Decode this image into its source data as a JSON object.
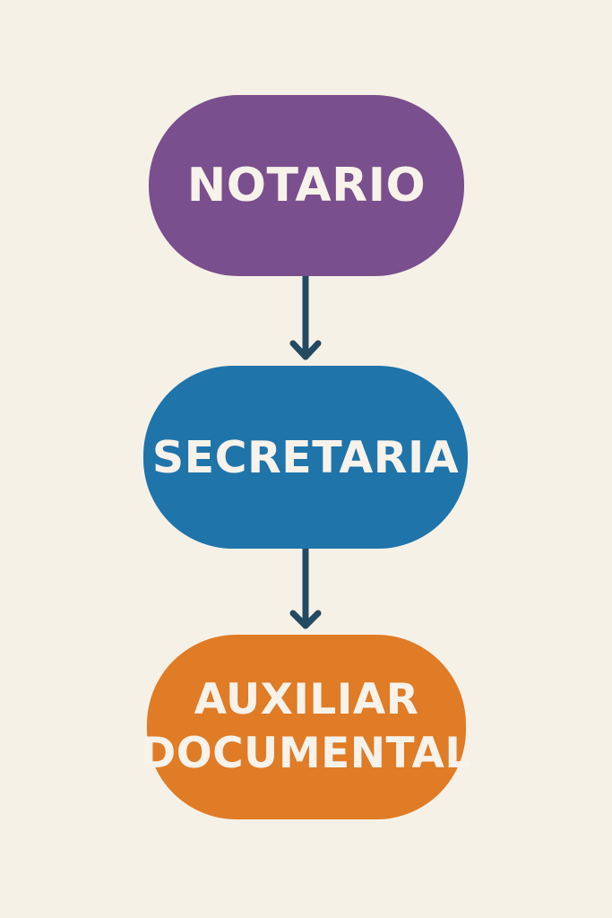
{
  "diagram": {
    "nodes": [
      {
        "id": "notario",
        "lines": [
          "NOTARIO"
        ],
        "color": "#7a4f8d"
      },
      {
        "id": "secretaria",
        "lines": [
          "SECRETARIA"
        ],
        "color": "#1f74aa"
      },
      {
        "id": "auxiliar",
        "lines": [
          "AUXILIAR",
          "DOCUMENTAL"
        ],
        "color": "#e07b26"
      }
    ],
    "edges": [
      {
        "from": "notario",
        "to": "secretaria"
      },
      {
        "from": "secretaria",
        "to": "auxiliar"
      }
    ],
    "colors": {
      "background": "#f6f1e7",
      "arrow": "#244a62",
      "text": "#f7f2ea"
    }
  }
}
